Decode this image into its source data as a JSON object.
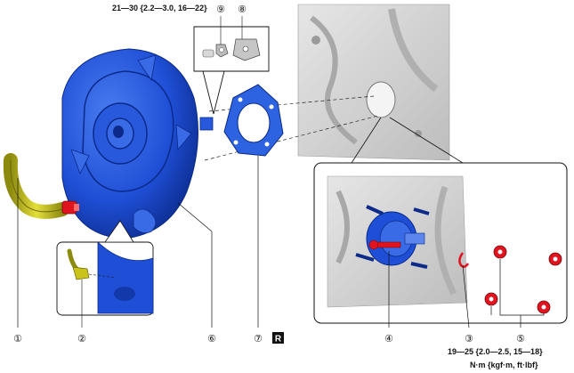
{
  "torque_top": "21—30 {2.2—3.0, 16—22}",
  "torque_bottom": "19—25 {2.0—2.5, 15—18}",
  "units": "N·m {kgf·m, ft·lbf}",
  "badge_letter": "R",
  "callouts": [
    {
      "id": "1",
      "label": "①"
    },
    {
      "id": "2",
      "label": "②"
    },
    {
      "id": "3",
      "label": "③"
    },
    {
      "id": "4",
      "label": "④"
    },
    {
      "id": "5",
      "label": "⑤"
    },
    {
      "id": "6",
      "label": "⑥"
    },
    {
      "id": "7",
      "label": "⑦"
    },
    {
      "id": "8",
      "label": "⑧"
    },
    {
      "id": "9",
      "label": "⑨"
    }
  ],
  "colors": {
    "booster_blue": "#1f4fd6",
    "booster_dark": "#0b2a8a",
    "gasket_blue": "#2d63e0",
    "hose_yellow": "#c9c31a",
    "nut_red": "#e0141e",
    "panel_gray": "#cfcfcf",
    "badge_black": "#111111"
  }
}
